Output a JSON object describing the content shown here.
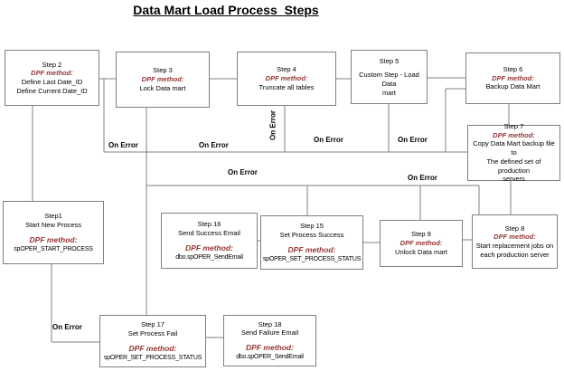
{
  "title": "Data Mart Load Process  Steps",
  "labels": {
    "on_error": "On Error"
  },
  "colors": {
    "dpf_accent": "#943634",
    "connector_line": "#808080",
    "text": "#000000",
    "background": "#ffffff"
  },
  "boxes": {
    "step2": {
      "lines": [
        {
          "text": "Step 2",
          "style": "plain"
        },
        {
          "text": "DPF method:",
          "style": "dpf"
        },
        {
          "text": "Define Last Date_ID",
          "style": "plain"
        },
        {
          "text": "Define Current Date_ID",
          "style": "plain"
        }
      ]
    },
    "step3": {
      "lines": [
        {
          "text": "Step 3",
          "style": "plain"
        },
        {
          "text": "DPF method:",
          "style": "dpf"
        },
        {
          "text": "Lock Data mart",
          "style": "plain"
        }
      ]
    },
    "step4": {
      "lines": [
        {
          "text": "Step 4",
          "style": "plain"
        },
        {
          "text": "DPF method:",
          "style": "dpf"
        },
        {
          "text": "Truncate all tables",
          "style": "plain"
        }
      ]
    },
    "step5": {
      "lines": [
        {
          "text": "Step 5",
          "style": "plain"
        },
        {
          "text": "",
          "style": "gap"
        },
        {
          "text": "Custom Step - Load Data",
          "style": "plain"
        },
        {
          "text": "mart",
          "style": "plain"
        }
      ]
    },
    "step6": {
      "lines": [
        {
          "text": "Step 6",
          "style": "plain"
        },
        {
          "text": "DPF method:",
          "style": "dpf"
        },
        {
          "text": "Backup Data Mart",
          "style": "plain"
        }
      ]
    },
    "step7": {
      "lines": [
        {
          "text": "Step 7",
          "style": "plain"
        },
        {
          "text": "DPF method:",
          "style": "dpf"
        },
        {
          "text": "Copy Data Mart backup file to",
          "style": "plain"
        },
        {
          "text": "The defined set of production",
          "style": "plain"
        },
        {
          "text": "servers",
          "style": "plain"
        }
      ]
    },
    "step1": {
      "lines": [
        {
          "text": "Step1",
          "style": "plain"
        },
        {
          "text": "Start New Process",
          "style": "plain"
        },
        {
          "text": "",
          "style": "gap"
        },
        {
          "text": "DPF method:",
          "style": "dpf2"
        },
        {
          "text": "spOPER_START_PROCESS",
          "style": "proc"
        }
      ]
    },
    "step16": {
      "lines": [
        {
          "text": "Step 16",
          "style": "plain"
        },
        {
          "text": "Send Success Email",
          "style": "plain"
        },
        {
          "text": "",
          "style": "gap"
        },
        {
          "text": "DPF method:",
          "style": "dpf2"
        },
        {
          "text": "dbo.spOPER_SendEmail",
          "style": "proc"
        }
      ]
    },
    "step15": {
      "lines": [
        {
          "text": "Step 15",
          "style": "plain"
        },
        {
          "text": "Set Process Success",
          "style": "plain"
        },
        {
          "text": "",
          "style": "gap"
        },
        {
          "text": "DPF method:",
          "style": "dpf2"
        },
        {
          "text": "spOPER_SET_PROCESS_STATUS",
          "style": "proc"
        }
      ]
    },
    "step9": {
      "lines": [
        {
          "text": "Step 9",
          "style": "plain"
        },
        {
          "text": "DPF method:",
          "style": "dpf"
        },
        {
          "text": "Unlock Data mart",
          "style": "plain"
        }
      ]
    },
    "step8": {
      "lines": [
        {
          "text": "Step 8",
          "style": "plain"
        },
        {
          "text": "DPF method:",
          "style": "dpf"
        },
        {
          "text": "Start replacement jobs on",
          "style": "plain"
        },
        {
          "text": "each production server",
          "style": "plain"
        }
      ]
    },
    "step17": {
      "lines": [
        {
          "text": "Step 17",
          "style": "plain"
        },
        {
          "text": "Set Process Fail",
          "style": "plain"
        },
        {
          "text": "",
          "style": "gap"
        },
        {
          "text": "DPF method:",
          "style": "dpf2"
        },
        {
          "text": "spOPER_SET_PROCESS_STATUS",
          "style": "proc"
        }
      ]
    },
    "step18": {
      "lines": [
        {
          "text": "Step 18",
          "style": "plain"
        },
        {
          "text": "Send Failure Email",
          "style": "plain"
        },
        {
          "text": "",
          "style": "gap"
        },
        {
          "text": "DPF method:",
          "style": "dpf2"
        },
        {
          "text": "dbo.spOPER_SendEmail",
          "style": "proc"
        }
      ]
    }
  }
}
